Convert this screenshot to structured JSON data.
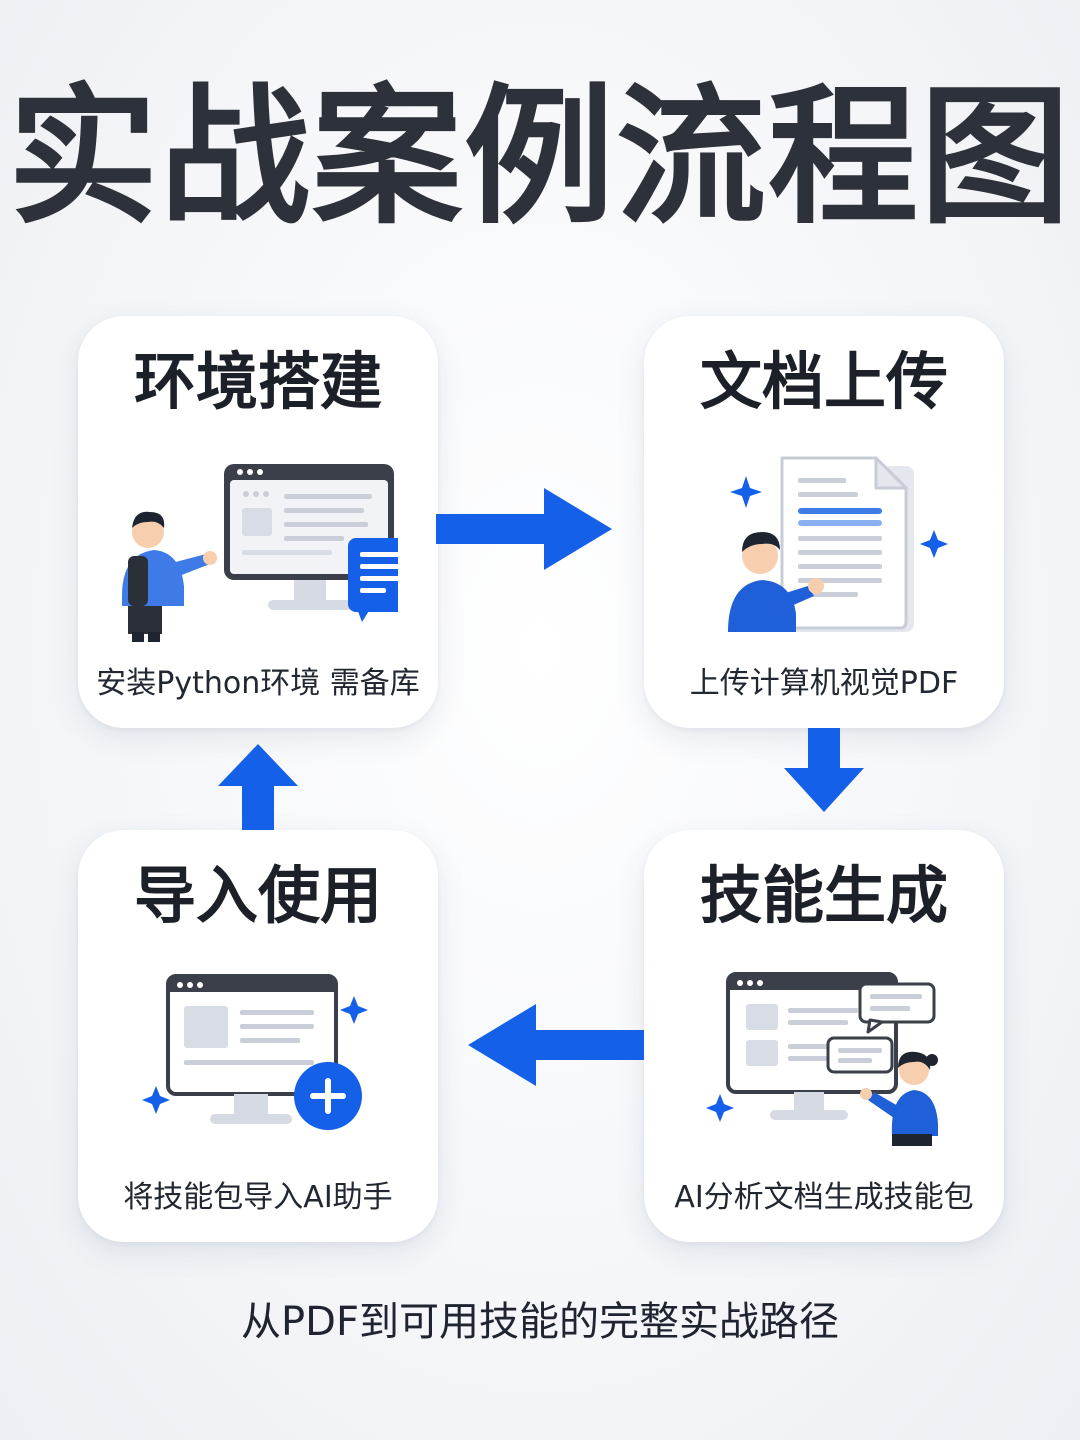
{
  "title": "实战案例流程图",
  "steps": [
    {
      "title": "环境搭建",
      "caption": "安装Python环境  需备库",
      "icon": "person-at-monitor-icon"
    },
    {
      "title": "文档上传",
      "caption": "上传计算机视觉PDF",
      "icon": "person-with-document-icon"
    },
    {
      "title": "技能生成",
      "caption": "AI分析文档生成技能包",
      "icon": "person-with-chat-monitor-icon"
    },
    {
      "title": "导入使用",
      "caption": "将技能包导入AI助手",
      "icon": "monitor-add-icon"
    }
  ],
  "footer": "从PDF到可用技能的完整实战路径",
  "colors": {
    "accent": "#1560e8",
    "title": "#2d3139",
    "card": "#ffffff",
    "monitor_frame": "#3a3f4a",
    "skin": "#f7cfae",
    "hair": "#1f2530"
  }
}
